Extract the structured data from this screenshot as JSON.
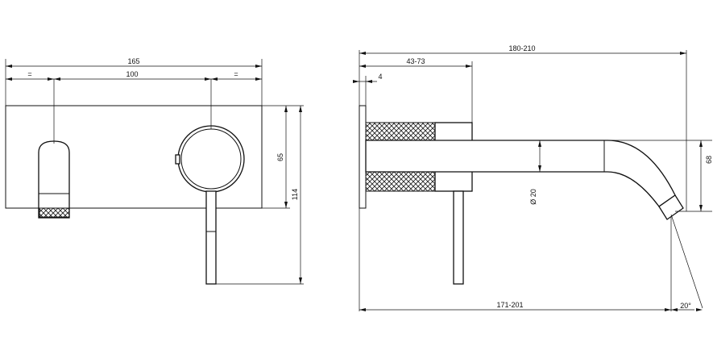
{
  "front_view": {
    "dimensions": {
      "overall_width": "165",
      "left_offset": "=",
      "center_distance": "100",
      "right_offset": "=",
      "plate_height": "65",
      "total_height": "114"
    }
  },
  "side_view": {
    "dimensions": {
      "overall_length": "180-210",
      "body_depth": "43-73",
      "plate_thickness": "4",
      "spout_diameter": "Ø 20",
      "spout_height": "68",
      "reach": "171-201",
      "angle": "20°"
    }
  }
}
